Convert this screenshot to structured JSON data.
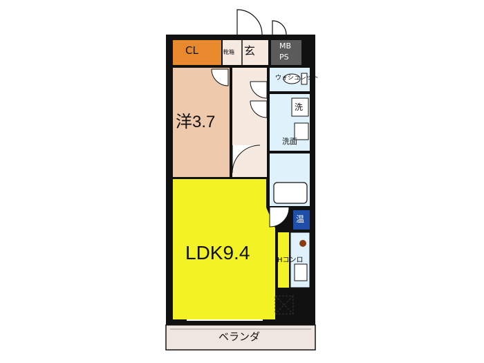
{
  "floorplan": {
    "rooms": {
      "closet": "CL",
      "shoe_storage": "靴箱",
      "entrance": "玄",
      "meter_box": "MB",
      "pipe_space": "PS",
      "toilet": "ウォシュレット",
      "washer": "洗",
      "washbasin": "洗面",
      "western_room": "洋3.7",
      "heater": "温",
      "ldk": "LDK9.4",
      "stove": "IHコンロ",
      "balcony": "ベランダ"
    },
    "colors": {
      "wall": "#111111",
      "western_room": "#efc9ab",
      "ldk": "#f2f224",
      "closet": "#e8892e",
      "wet_area": "#dff2fb",
      "heater": "#1f4fa8",
      "meter_box": "#5b5b5b",
      "balcony": "#f0e6e0",
      "hallway": "#f6e9e0"
    }
  }
}
